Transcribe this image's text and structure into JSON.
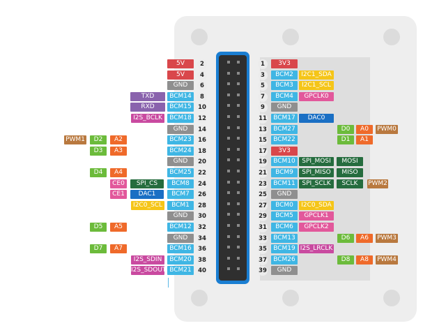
{
  "title": "",
  "header": {
    "pins": 40
  },
  "colors": {
    "red": "#d9474b",
    "gray": "#8f8f8f",
    "cyan": "#3fb6e4",
    "purple": "#8a63ad",
    "magenta": "#c94aa0",
    "yellow": "#f5c518",
    "pink": "#e2589b",
    "darkblue": "#1a6fc4",
    "darkgreen": "#256c3e",
    "green": "#6cbb3b",
    "orange": "#ef6a2a",
    "brown": "#b9793f"
  },
  "left_rows": [
    {
      "pin": "2",
      "labels": [
        {
          "t": "5V",
          "c": "red"
        }
      ]
    },
    {
      "pin": "4",
      "labels": [
        {
          "t": "5V",
          "c": "red"
        }
      ]
    },
    {
      "pin": "6",
      "labels": [
        {
          "t": "GND",
          "c": "gray"
        }
      ]
    },
    {
      "pin": "8",
      "labels": [
        {
          "t": "BCM14",
          "c": "cyan"
        },
        {
          "t": "TXD",
          "c": "purple"
        }
      ]
    },
    {
      "pin": "10",
      "labels": [
        {
          "t": "BCM15",
          "c": "cyan"
        },
        {
          "t": "RXD",
          "c": "purple"
        }
      ]
    },
    {
      "pin": "12",
      "labels": [
        {
          "t": "BCM18",
          "c": "cyan"
        },
        {
          "t": "I2S_BCLK",
          "c": "magenta"
        }
      ]
    },
    {
      "pin": "14",
      "labels": [
        {
          "t": "GND",
          "c": "gray"
        }
      ]
    },
    {
      "pin": "16",
      "labels": [
        {
          "t": "BCM23",
          "c": "cyan"
        },
        {
          "t": "",
          "c": ""
        },
        {
          "t": "A2",
          "c": "orange"
        },
        {
          "t": "D2",
          "c": "green"
        },
        {
          "t": "PWM1",
          "c": "brown"
        }
      ]
    },
    {
      "pin": "18",
      "labels": [
        {
          "t": "BCM24",
          "c": "cyan"
        },
        {
          "t": "",
          "c": ""
        },
        {
          "t": "A3",
          "c": "orange"
        },
        {
          "t": "D3",
          "c": "green"
        }
      ]
    },
    {
      "pin": "20",
      "labels": [
        {
          "t": "GND",
          "c": "gray"
        }
      ]
    },
    {
      "pin": "22",
      "labels": [
        {
          "t": "BCM25",
          "c": "cyan"
        },
        {
          "t": "",
          "c": ""
        },
        {
          "t": "A4",
          "c": "orange"
        },
        {
          "t": "D4",
          "c": "green"
        }
      ]
    },
    {
      "pin": "24",
      "labels": [
        {
          "t": "BCM8",
          "c": "cyan"
        },
        {
          "t": "SPI_CS",
          "c": "darkgreen"
        },
        {
          "t": "CE0",
          "c": "pink"
        }
      ]
    },
    {
      "pin": "26",
      "labels": [
        {
          "t": "BCM7",
          "c": "cyan"
        },
        {
          "t": "DAC1",
          "c": "darkblue"
        },
        {
          "t": "CE1",
          "c": "pink"
        }
      ]
    },
    {
      "pin": "28",
      "labels": [
        {
          "t": "BCM1",
          "c": "cyan"
        },
        {
          "t": "I2C0_SCL",
          "c": "yellow"
        }
      ]
    },
    {
      "pin": "30",
      "labels": [
        {
          "t": "GND",
          "c": "gray"
        }
      ]
    },
    {
      "pin": "32",
      "labels": [
        {
          "t": "BCM12",
          "c": "cyan"
        },
        {
          "t": "",
          "c": ""
        },
        {
          "t": "A5",
          "c": "orange"
        },
        {
          "t": "D5",
          "c": "green"
        }
      ]
    },
    {
      "pin": "34",
      "labels": [
        {
          "t": "GND",
          "c": "gray"
        }
      ]
    },
    {
      "pin": "36",
      "labels": [
        {
          "t": "BCM16",
          "c": "cyan"
        },
        {
          "t": "",
          "c": ""
        },
        {
          "t": "A7",
          "c": "orange"
        },
        {
          "t": "D7",
          "c": "green"
        }
      ]
    },
    {
      "pin": "38",
      "labels": [
        {
          "t": "BCM20",
          "c": "cyan"
        },
        {
          "t": "I2S_SDIN",
          "c": "magenta"
        }
      ]
    },
    {
      "pin": "40",
      "labels": [
        {
          "t": "BCM21",
          "c": "cyan"
        },
        {
          "t": "I2S_SDOUT",
          "c": "magenta"
        }
      ]
    }
  ],
  "right_rows": [
    {
      "pin": "1",
      "labels": [
        {
          "t": "3V3",
          "c": "red"
        }
      ]
    },
    {
      "pin": "3",
      "labels": [
        {
          "t": "BCM2",
          "c": "cyan"
        },
        {
          "t": "I2C1_SDA",
          "c": "yellow"
        }
      ]
    },
    {
      "pin": "5",
      "labels": [
        {
          "t": "BCM3",
          "c": "cyan"
        },
        {
          "t": "I2C1_SCL",
          "c": "yellow"
        }
      ]
    },
    {
      "pin": "7",
      "labels": [
        {
          "t": "BCM4",
          "c": "cyan"
        },
        {
          "t": "GPCLK0",
          "c": "pink"
        }
      ]
    },
    {
      "pin": "9",
      "labels": [
        {
          "t": "GND",
          "c": "gray"
        }
      ]
    },
    {
      "pin": "11",
      "labels": [
        {
          "t": "BCM17",
          "c": "cyan"
        },
        {
          "t": "DAC0",
          "c": "darkblue"
        }
      ]
    },
    {
      "pin": "13",
      "labels": [
        {
          "t": "BCM27",
          "c": "cyan"
        },
        {
          "t": "",
          "c": ""
        },
        {
          "t": "D0",
          "c": "green"
        },
        {
          "t": "A0",
          "c": "orange"
        },
        {
          "t": "PWM0",
          "c": "brown"
        }
      ]
    },
    {
      "pin": "15",
      "labels": [
        {
          "t": "BCM22",
          "c": "cyan"
        },
        {
          "t": "",
          "c": ""
        },
        {
          "t": "D1",
          "c": "green"
        },
        {
          "t": "A1",
          "c": "orange"
        }
      ]
    },
    {
      "pin": "17",
      "labels": [
        {
          "t": "3V3",
          "c": "red"
        }
      ]
    },
    {
      "pin": "19",
      "labels": [
        {
          "t": "BCM10",
          "c": "cyan"
        },
        {
          "t": "SPI_MOSI",
          "c": "darkgreen"
        },
        {
          "t": "MOSI",
          "c": "darkgreen"
        }
      ]
    },
    {
      "pin": "21",
      "labels": [
        {
          "t": "BCM9",
          "c": "cyan"
        },
        {
          "t": "SPI_MISO",
          "c": "darkgreen"
        },
        {
          "t": "MISO",
          "c": "darkgreen"
        }
      ]
    },
    {
      "pin": "23",
      "labels": [
        {
          "t": "BCM11",
          "c": "cyan"
        },
        {
          "t": "SPI_SCLK",
          "c": "darkgreen"
        },
        {
          "t": "SCLK",
          "c": "darkgreen"
        },
        {
          "t": "PWM2",
          "c": "brown"
        }
      ]
    },
    {
      "pin": "25",
      "labels": [
        {
          "t": "GND",
          "c": "gray"
        }
      ]
    },
    {
      "pin": "27",
      "labels": [
        {
          "t": "BCM0",
          "c": "cyan"
        },
        {
          "t": "I2C0_SDA",
          "c": "yellow"
        }
      ]
    },
    {
      "pin": "29",
      "labels": [
        {
          "t": "BCM5",
          "c": "cyan"
        },
        {
          "t": "GPCLK1",
          "c": "pink"
        }
      ]
    },
    {
      "pin": "31",
      "labels": [
        {
          "t": "BCM6",
          "c": "cyan"
        },
        {
          "t": "GPCLK2",
          "c": "pink"
        }
      ]
    },
    {
      "pin": "33",
      "labels": [
        {
          "t": "BCM13",
          "c": "cyan"
        },
        {
          "t": "",
          "c": ""
        },
        {
          "t": "D6",
          "c": "green"
        },
        {
          "t": "A6",
          "c": "orange"
        },
        {
          "t": "PWM3",
          "c": "brown"
        }
      ]
    },
    {
      "pin": "35",
      "labels": [
        {
          "t": "BCM19",
          "c": "cyan"
        },
        {
          "t": "I2S_LRCLK",
          "c": "magenta"
        }
      ]
    },
    {
      "pin": "37",
      "labels": [
        {
          "t": "BCM26",
          "c": "cyan"
        },
        {
          "t": "",
          "c": ""
        },
        {
          "t": "D8",
          "c": "green"
        },
        {
          "t": "A8",
          "c": "orange"
        },
        {
          "t": "PWM4",
          "c": "brown"
        }
      ]
    },
    {
      "pin": "39",
      "labels": [
        {
          "t": "GND",
          "c": "gray"
        }
      ]
    }
  ]
}
